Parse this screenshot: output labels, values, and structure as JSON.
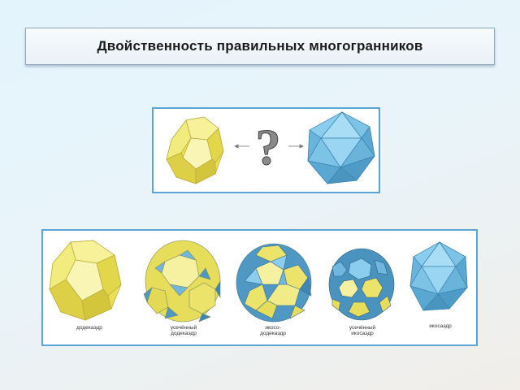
{
  "title": "Двойственность правильных многогранников",
  "duality": {
    "question_mark": "?",
    "left": "dodecahedron-image",
    "right": "icosahedron-image"
  },
  "sequence": {
    "captions": [
      {
        "line1": "додекаэдр",
        "line2": ""
      },
      {
        "line1": "усечённый",
        "line2": "додекаэдр"
      },
      {
        "line1": "икосо-",
        "line2": "додекаэдр"
      },
      {
        "line1": "усечённый",
        "line2": "икосаэдр"
      },
      {
        "line1": "икосаэдр",
        "line2": ""
      }
    ]
  },
  "colors": {
    "yellow_face": "#f5ee7a",
    "blue_face": "#7cc3e6",
    "frame": "#5ba5d4"
  }
}
